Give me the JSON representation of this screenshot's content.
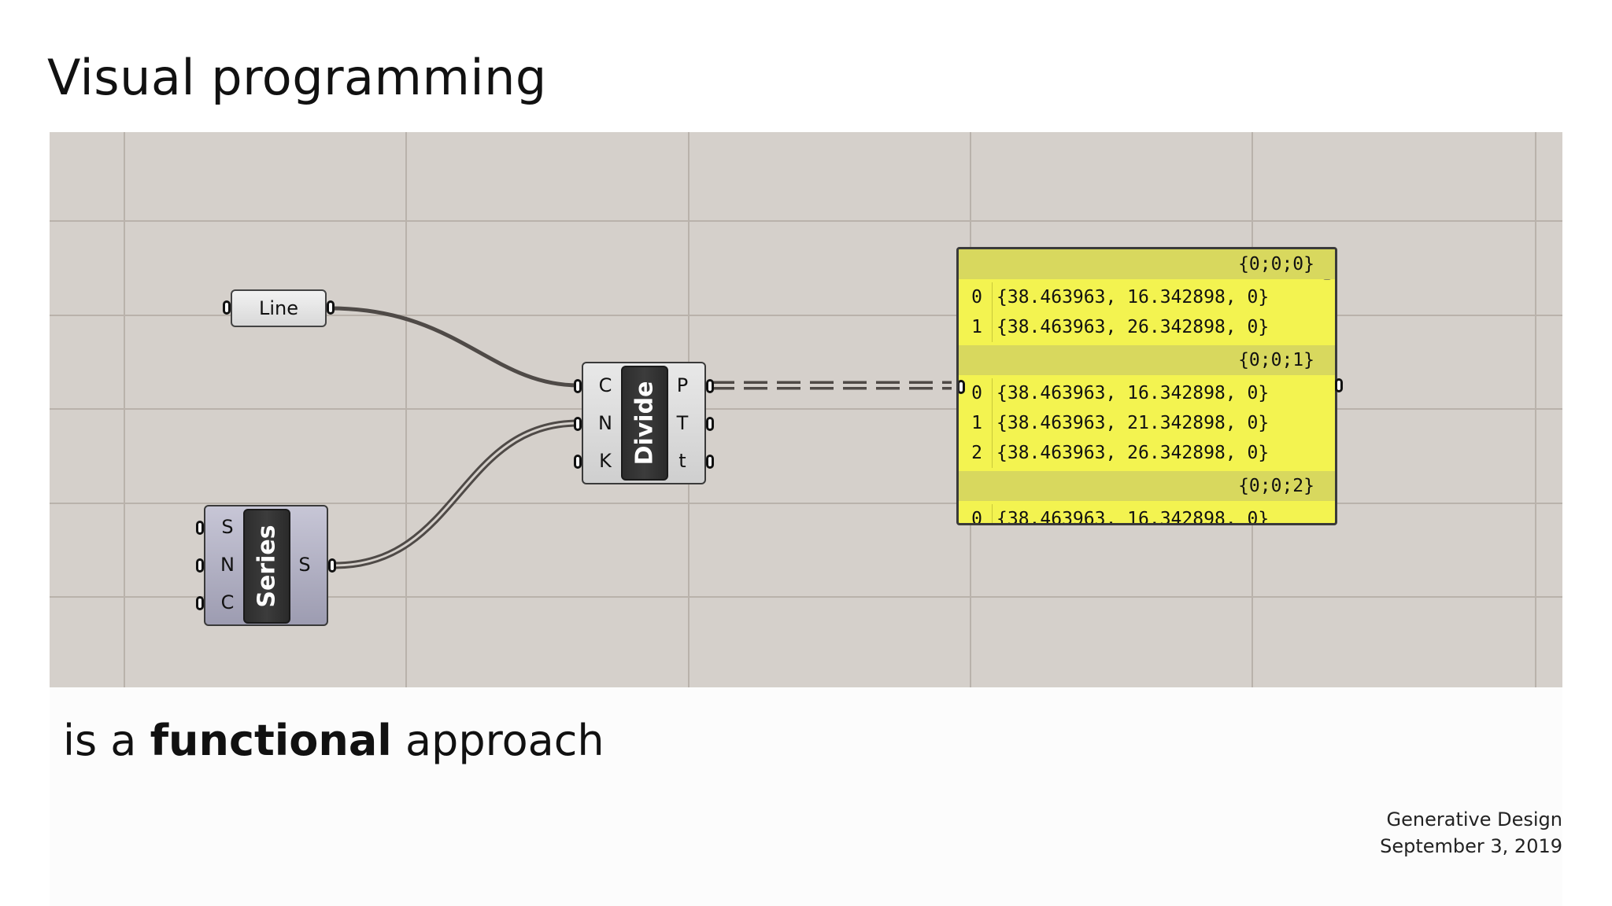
{
  "slide": {
    "title": "Visual programming",
    "subtitle_pre": "is a ",
    "subtitle_bold": "functional",
    "subtitle_post": " approach",
    "footer_line1": "Generative Design",
    "footer_line2": "September 3, 2019"
  },
  "canvas": {
    "colors": {
      "background": "#d5d0cb",
      "grid": "#b9b2ab",
      "wire": "#4f4a47",
      "panel": "#f3f350"
    },
    "nodes": {
      "line_param": {
        "label": "Line"
      },
      "divide": {
        "label": "Divide",
        "inputs": [
          "C",
          "N",
          "K"
        ],
        "outputs": [
          "P",
          "T",
          "t"
        ]
      },
      "series": {
        "label": "Series",
        "inputs": [
          "S",
          "N",
          "C"
        ],
        "outputs": [
          "S"
        ]
      }
    },
    "panel": {
      "groups": [
        {
          "path": "{0;0;0}",
          "rows": [
            {
              "index": "0",
              "value": "{38.463963, 16.342898, 0}"
            },
            {
              "index": "1",
              "value": "{38.463963, 26.342898, 0}"
            }
          ]
        },
        {
          "path": "{0;0;1}",
          "rows": [
            {
              "index": "0",
              "value": "{38.463963, 16.342898, 0}"
            },
            {
              "index": "1",
              "value": "{38.463963, 21.342898, 0}"
            },
            {
              "index": "2",
              "value": "{38.463963, 26.342898, 0}"
            }
          ]
        },
        {
          "path": "{0;0;2}",
          "rows": [
            {
              "index": "0",
              "value": "{38.463963, 16.342898, 0}"
            }
          ]
        }
      ]
    }
  }
}
